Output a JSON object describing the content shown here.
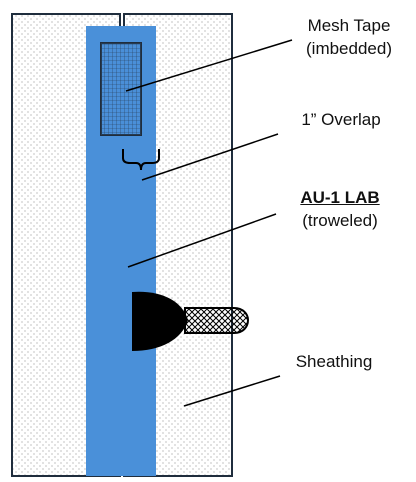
{
  "labels": {
    "mesh_tape": "Mesh Tape",
    "mesh_tape_sub": "(imbedded)",
    "overlap": "1” Overlap",
    "product": "AU-1 LAB",
    "product_sub": "(troweled)",
    "sheathing": "Sheathing"
  },
  "colors": {
    "membrane": "#4a90d9",
    "sheathing_fill": "#ffffff",
    "sheathing_stipple": "#9a9a9a",
    "outline": "#1f2d3d",
    "trowel": "#000000",
    "handle": "#ffffff"
  },
  "icons": [
    "trowel-icon",
    "overlap-brace-icon"
  ]
}
